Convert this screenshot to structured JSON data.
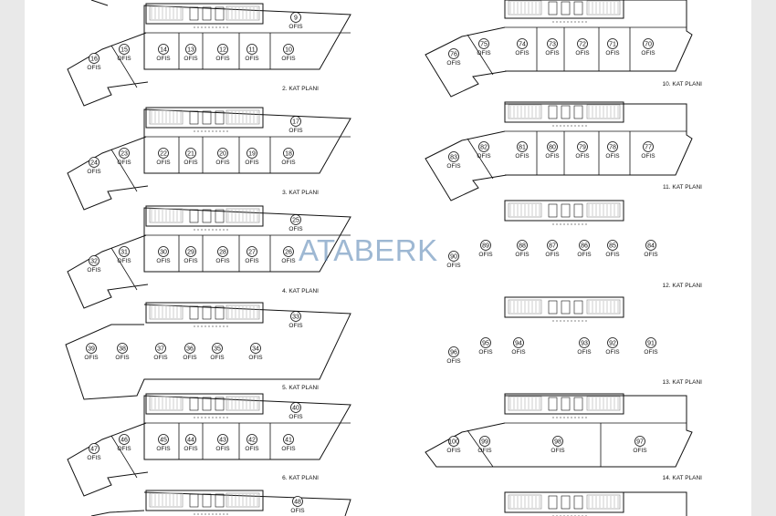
{
  "watermark": "ATABERK",
  "unit_label": "OFIS",
  "plans": [
    {
      "title": "2. KAT PLANI",
      "units": [
        "9",
        "10",
        "11",
        "12",
        "13",
        "14",
        "15",
        "16"
      ]
    },
    {
      "title": "3. KAT PLANI",
      "units": [
        "17",
        "18",
        "19",
        "20",
        "21",
        "22",
        "23",
        "24"
      ]
    },
    {
      "title": "4. KAT PLANI",
      "units": [
        "25",
        "26",
        "27",
        "28",
        "29",
        "30",
        "31",
        "32"
      ]
    },
    {
      "title": "5. KAT PLANI",
      "units": [
        "33",
        "34",
        "35",
        "36",
        "37",
        "38",
        "39"
      ]
    },
    {
      "title": "6. KAT PLANI",
      "units": [
        "40",
        "41",
        "42",
        "43",
        "44",
        "45",
        "46",
        "47"
      ]
    },
    {
      "title": "",
      "units": [
        "48"
      ]
    },
    {
      "title": "10. KAT PLANI",
      "units": [
        "70",
        "71",
        "72",
        "73",
        "74",
        "75",
        "76"
      ]
    },
    {
      "title": "11. KAT PLANI",
      "units": [
        "77",
        "78",
        "79",
        "80",
        "81",
        "82",
        "83"
      ]
    },
    {
      "title": "12. KAT PLANI",
      "units": [
        "84",
        "85",
        "86",
        "87",
        "88",
        "89",
        "90"
      ]
    },
    {
      "title": "13. KAT PLANI",
      "units": [
        "91",
        "92",
        "93",
        "94",
        "95",
        "96"
      ]
    },
    {
      "title": "14. KAT PLANI",
      "units": [
        "97",
        "98",
        "99",
        "100"
      ]
    },
    {
      "title": "",
      "units": []
    }
  ],
  "colors": {
    "line": "#111111",
    "stairs": "#9a9a9a",
    "watermark": "#4f7fb0"
  }
}
